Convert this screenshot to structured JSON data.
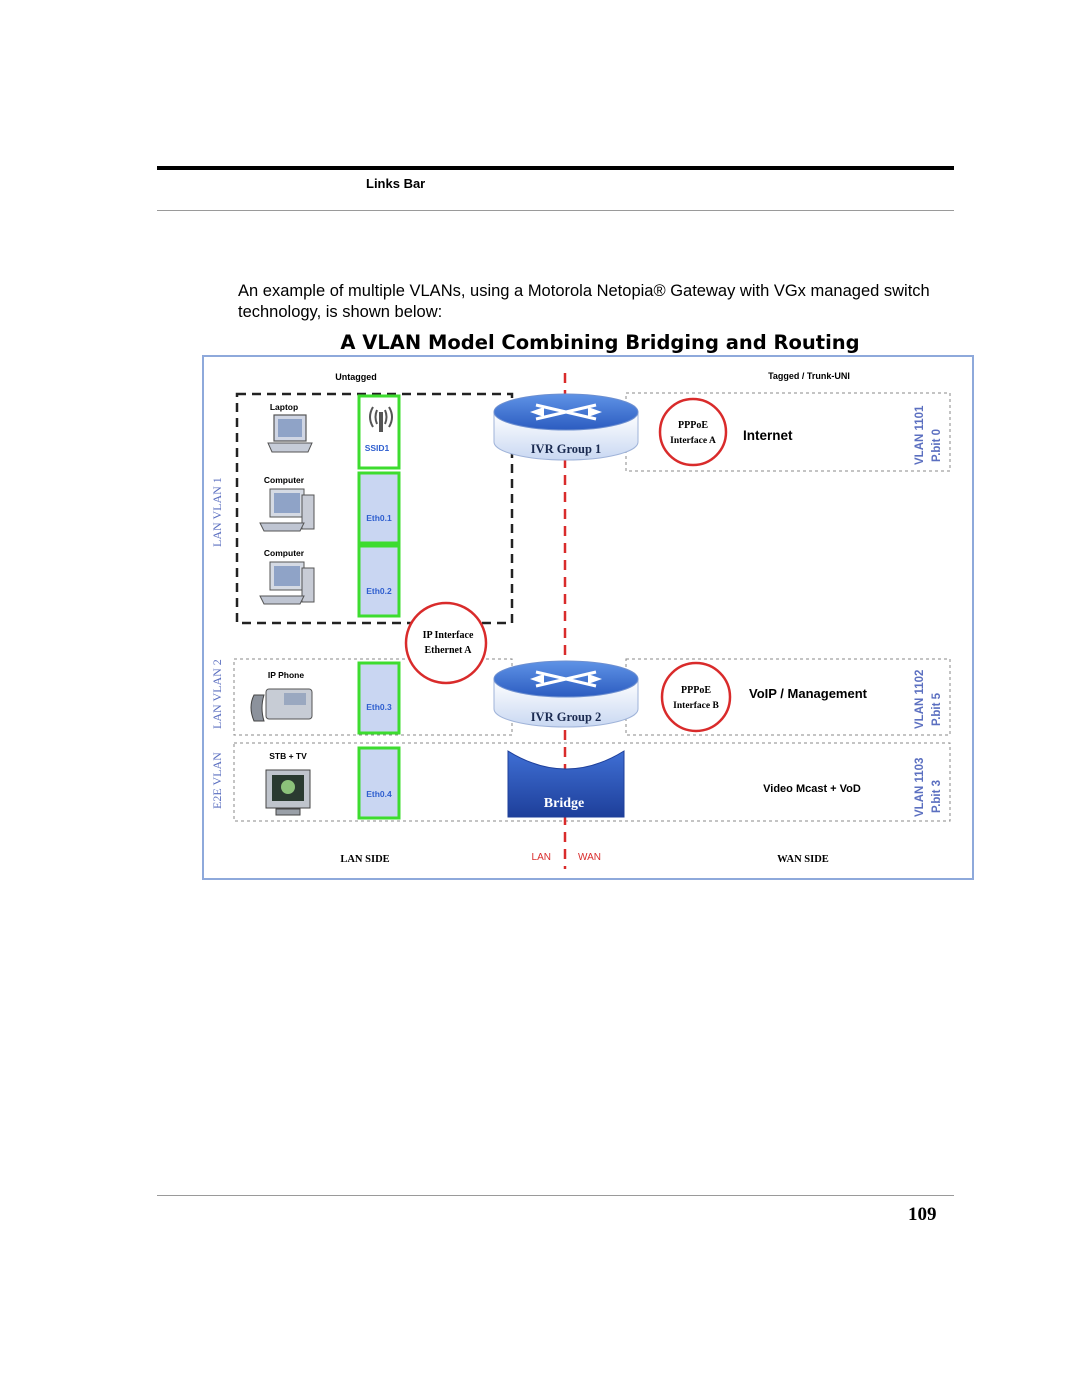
{
  "header": {
    "section": "Links Bar"
  },
  "intro_text": "An example of multiple VLANs, using a Motorola Netopia® Gateway with VGx managed switch technology, is shown below:",
  "figure": {
    "title": "A VLAN Model Combining Bridging and Routing",
    "untagged": "Untagged",
    "tagged": "Tagged  / Trunk-UNI",
    "devices": {
      "laptop": "Laptop",
      "computer1": "Computer",
      "computer2": "Computer",
      "ip_phone": "IP Phone",
      "stb_tv": "STB + TV"
    },
    "ports": {
      "ssid": "SSID1",
      "eth01": "Eth0.1",
      "eth02": "Eth0.2",
      "eth03": "Eth0.3",
      "eth04": "Eth0.4"
    },
    "vlans_lan": {
      "lan1": "LAN VLAN 1",
      "lan2": "LAN VLAN 2",
      "e2e": "E2E VLAN"
    },
    "ivr1": "IVR Group 1",
    "ivr2": "IVR Group 2",
    "bridge": "Bridge",
    "ip_interface": {
      "line1": "IP Interface",
      "line2": "Ethernet A"
    },
    "pppoe_a": {
      "line1": "PPPoE",
      "line2": "Interface A"
    },
    "pppoe_b": {
      "line1": "PPPoE",
      "line2": "Interface B"
    },
    "services": {
      "internet": "Internet",
      "voip": "VoIP / Management",
      "video": "Video Mcast + VoD"
    },
    "wan_vlans": {
      "v1101": "VLAN 1101",
      "p0": "P.bit 0",
      "v1102": "VLAN 1102",
      "p5": "P.bit 5",
      "v1103": "VLAN 1103",
      "p3": "P.bit 3"
    },
    "footer": {
      "lan_side": "LAN SIDE",
      "lan": "LAN",
      "wan": "WAN",
      "wan_side": "WAN SIDE"
    },
    "colors": {
      "accent_red": "#d92b2b",
      "port_green": "#3ddc2f",
      "port_fill": "#c9d6f2",
      "router_blue": "#2f64c8",
      "vlan_label": "#5b6fc0"
    }
  },
  "page_number": "109"
}
